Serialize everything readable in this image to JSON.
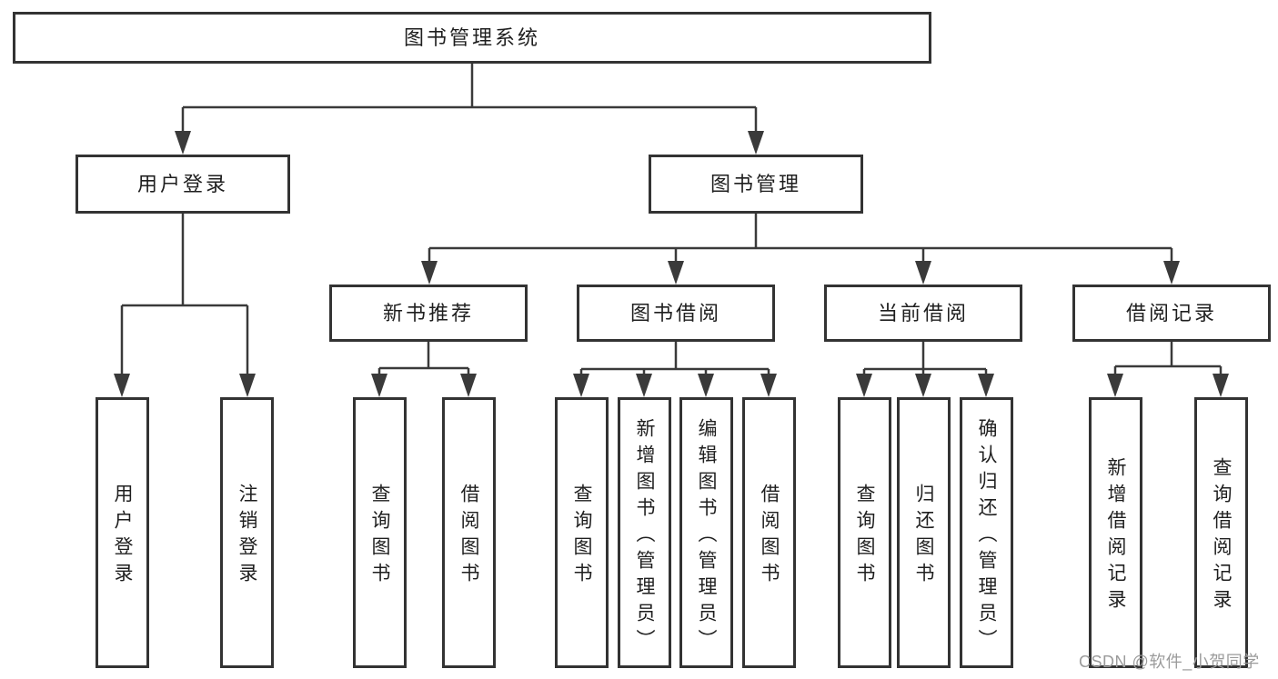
{
  "diagram": {
    "root": {
      "label": "图书管理系统"
    },
    "branches": [
      {
        "label": "用户登录",
        "children": [
          {
            "label": "用户登录"
          },
          {
            "label": "注销登录"
          }
        ]
      },
      {
        "label": "图书管理",
        "children": [
          {
            "label": "新书推荐",
            "children": [
              {
                "label": "查询图书"
              },
              {
                "label": "借阅图书"
              }
            ]
          },
          {
            "label": "图书借阅",
            "children": [
              {
                "label": "查询图书"
              },
              {
                "label": "新增图书（管理员）"
              },
              {
                "label": "编辑图书（管理员）"
              },
              {
                "label": "借阅图书"
              }
            ]
          },
          {
            "label": "当前借阅",
            "children": [
              {
                "label": "查询图书"
              },
              {
                "label": "归还图书"
              },
              {
                "label": "确认归还（管理员）"
              }
            ]
          },
          {
            "label": "借阅记录",
            "children": [
              {
                "label": "新增借阅记录"
              },
              {
                "label": "查询借阅记录"
              }
            ]
          }
        ]
      }
    ]
  },
  "watermark": {
    "text": "CSDN @软件_小贺同学"
  },
  "colors": {
    "line": "#3a3a3a",
    "box_border": "#333333",
    "text": "#1f1f1f",
    "background": "#ffffff",
    "watermark": "#9b9b9b"
  }
}
